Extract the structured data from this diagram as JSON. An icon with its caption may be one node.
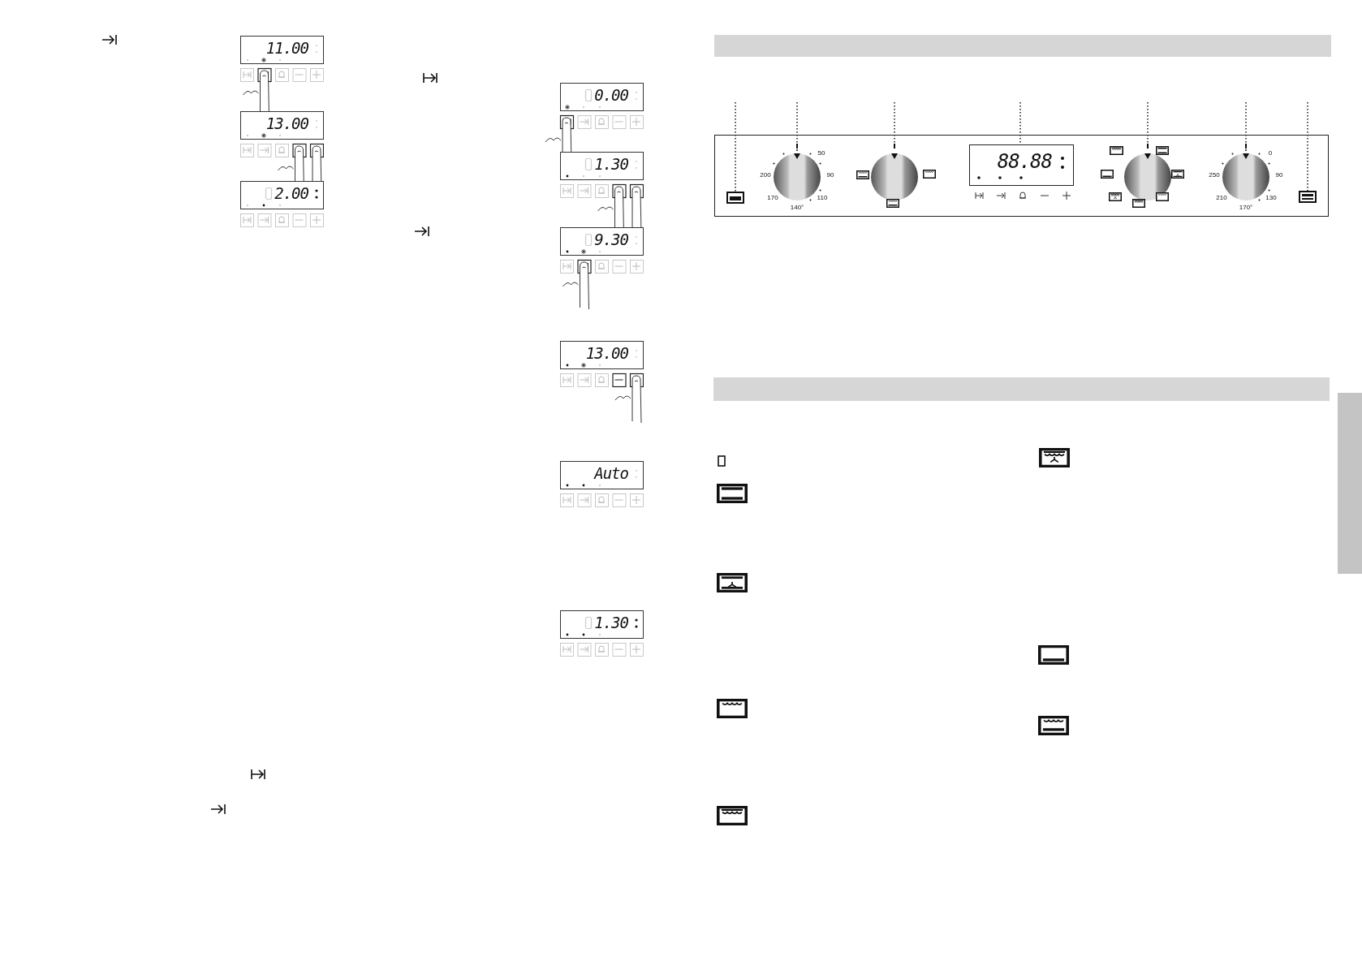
{
  "diagram": {
    "nodes": [
      {
        "text": [],
        "shape": "box"
      },
      {
        "text": [],
        "shape": "circle",
        "beside": [
          "50",
          "90",
          "110",
          "140°",
          "170",
          "200"
        ]
      },
      {
        "text": [],
        "shape": "circle"
      },
      {
        "text": [
          "88.88"
        ]
      },
      {
        "text": [],
        "shape": "circle"
      },
      {
        "text": [],
        "shape": "circle",
        "beside": [
          "0",
          "90",
          "130",
          "170°",
          "210",
          "250"
        ]
      },
      {
        "text": [],
        "shape": "box"
      },
      {
        "text": [],
        "shape": "bar"
      }
    ],
    "edges": [
      {
        "from": null,
        "to": 0,
        "arrow": "none",
        "style": "dashed"
      },
      {
        "from": null,
        "to": 1,
        "arrow": "none",
        "style": "dashed"
      },
      {
        "from": null,
        "to": 2,
        "arrow": "none",
        "style": "dashed"
      },
      {
        "from": null,
        "to": 3,
        "arrow": "none",
        "style": "dashed"
      },
      {
        "from": null,
        "to": 4,
        "arrow": "none",
        "style": "dashed"
      },
      {
        "from": null,
        "to": 5,
        "arrow": "none",
        "style": "dashed"
      },
      {
        "from": null,
        "to": 6,
        "arrow": "none",
        "style": "dashed"
      }
    ],
    "labels": [
      "11.00",
      "13.00",
      "2.00",
      "0.00",
      "1.30",
      "9.30",
      "13.00",
      "Auto",
      "1.30"
    ]
  }
}
